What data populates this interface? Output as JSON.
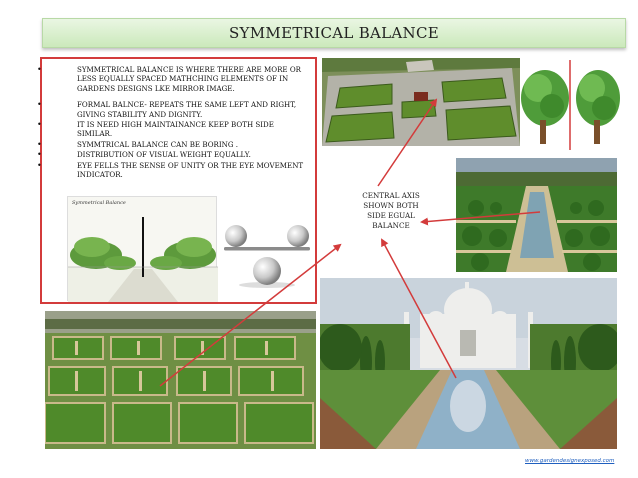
{
  "title": "SYMMETRICAL BALANCE",
  "bullets": [
    "SYMMETRICAL BALANCE IS WHERE THERE ARE MORE OR LESS EQUALLY SPACED MATHCHING ELEMENTS OF IN GARDENS DESIGNS LKE MIRROR IMAGE.",
    "FORMAL BALNCE- REPEATS THE SAME LEFT AND RIGHT, GIVING STABILITY  AND DIGNITY.",
    "IT IS NEED HIGH MAINTAINANCE KEEP BOTH SIDE SIMILAR.",
    "SYMMTRICAL BALANCE CAN BE BORING .",
    "DISTRIBUTION OF VISUAL WEIGHT EQUALLY.",
    "EYE FELLS THE SENSE OF UNITY  OR THE EYE MOVEMENT INDICATOR."
  ],
  "bullet_symbol": "•",
  "diagram_label": "Symmetrical Balance",
  "central_label": [
    "CENTRAL AXIS",
    "SHOWN BOTH",
    "SIDE EGUAL",
    "BALANCE"
  ],
  "footer_link": "www.gardendesignexposed.com",
  "colors": {
    "accent_red": "#d33b3b",
    "title_green": "#cbe9bb",
    "link_blue": "#1f5fbf"
  },
  "images": [
    "parterre-garden-photo",
    "tree-pair-illustration",
    "formal-garden-axis-photo",
    "balance-scale-illustration",
    "symmetrical-balance-diagram",
    "large-parterre-garden-photo",
    "taj-mahal-photo"
  ]
}
